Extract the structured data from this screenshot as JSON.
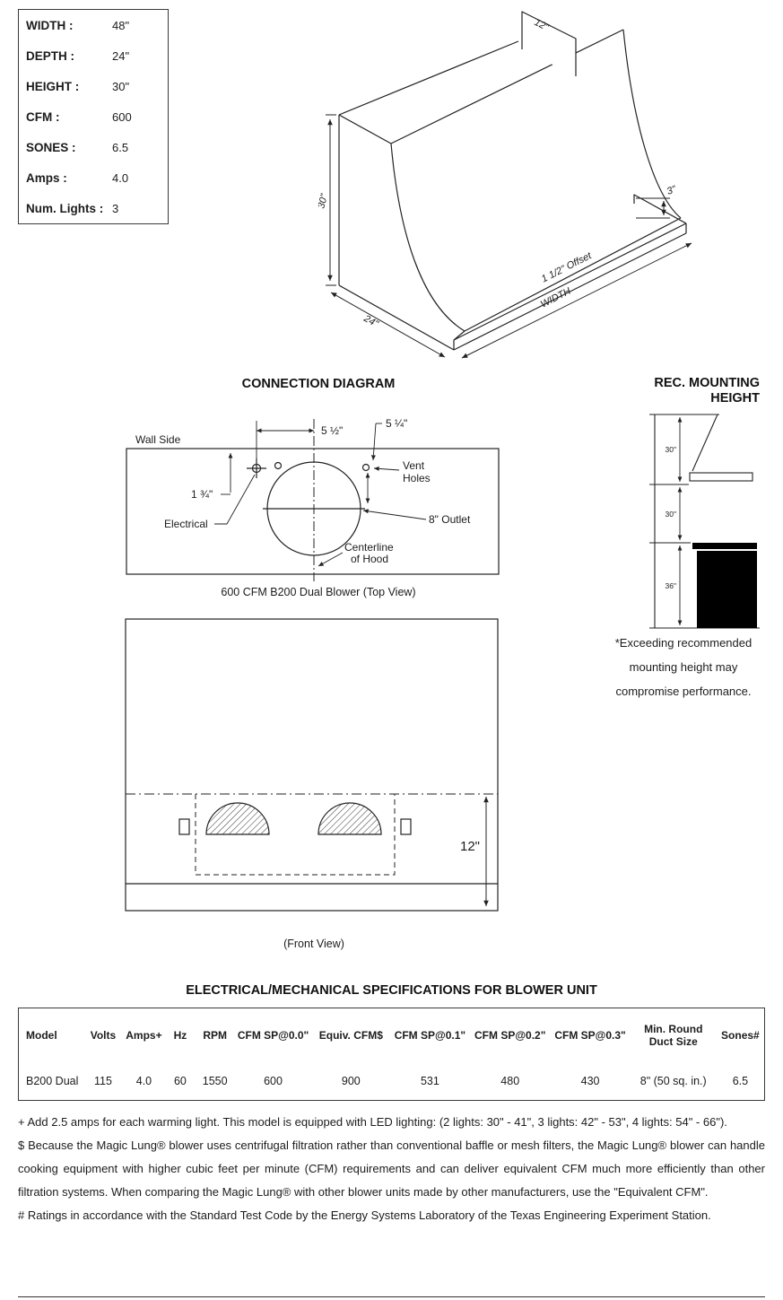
{
  "specs_box": {
    "rows": [
      {
        "label": "WIDTH :",
        "value": "48\""
      },
      {
        "label": "DEPTH :",
        "value": "24\""
      },
      {
        "label": "HEIGHT :",
        "value": "30\""
      },
      {
        "label": "CFM :",
        "value": "600"
      },
      {
        "label": "SONES :",
        "value": "6.5"
      },
      {
        "label": "Amps :",
        "value": "4.0"
      },
      {
        "label": "Num. Lights :",
        "value": "3"
      }
    ]
  },
  "iso": {
    "duct_dim": "12\"",
    "height_dim": "30\"",
    "depth_dim": "24\"",
    "width_label": "WIDTH",
    "offset_label": "1 1/2\" Offset",
    "lip_dim": "3\""
  },
  "connection": {
    "heading": "CONNECTION DIAGRAM",
    "wall_side": "Wall Side",
    "dim_a": "5 ½\"",
    "dim_b": "5 ¼\"",
    "dim_c": "1 ¾\"",
    "electrical": "Electrical",
    "vent_line1": "Vent",
    "vent_line2": "Holes",
    "outlet": "8\" Outlet",
    "centerline_line1": "Centerline",
    "centerline_line2": "of Hood",
    "caption": "600 CFM B200 Dual Blower (Top View)"
  },
  "mounting": {
    "title_line1": "REC. MOUNTING",
    "title_line2": "HEIGHT",
    "dim_top": "30\"",
    "dim_mid": "30\"",
    "dim_bottom": "36\"",
    "note_line1": "*Exceeding recommended",
    "note_line2": "mounting height may",
    "note_line3": "compromise performance."
  },
  "front_view": {
    "dim": "12\"",
    "caption": "(Front View)"
  },
  "spec_table": {
    "title": "ELECTRICAL/MECHANICAL SPECIFICATIONS FOR BLOWER UNIT",
    "headers": [
      "Model",
      "Volts",
      "Amps+",
      "Hz",
      "RPM",
      "CFM SP@0.0\"",
      "Equiv. CFM$",
      "CFM SP@0.1\"",
      "CFM SP@0.2\"",
      "CFM SP@0.3\"",
      "Min. Round Duct Size",
      "Sones#"
    ],
    "row": [
      "B200 Dual",
      "115",
      "4.0",
      "60",
      "1550",
      "600",
      "900",
      "531",
      "480",
      "430",
      "8\" (50 sq. in.)",
      "6.5"
    ]
  },
  "footnotes": [
    "+ Add 2.5 amps for each warming light. This model is equipped with LED lighting: (2 lights: 30\" - 41\", 3 lights: 42\" - 53\", 4 lights: 54\" - 66\").",
    "$ Because the Magic Lung® blower uses centrifugal filtration rather than conventional baffle or mesh filters, the Magic Lung® blower can handle cooking equipment with higher cubic feet per minute (CFM) requirements and can deliver equivalent CFM much more efficiently than other filtration systems. When comparing the Magic Lung® with other blower units made by other manufacturers, use the \"Equivalent CFM\".",
    "# Ratings in accordance with the Standard Test Code by the Energy Systems Laboratory of the Texas Engineering Experiment Station."
  ]
}
